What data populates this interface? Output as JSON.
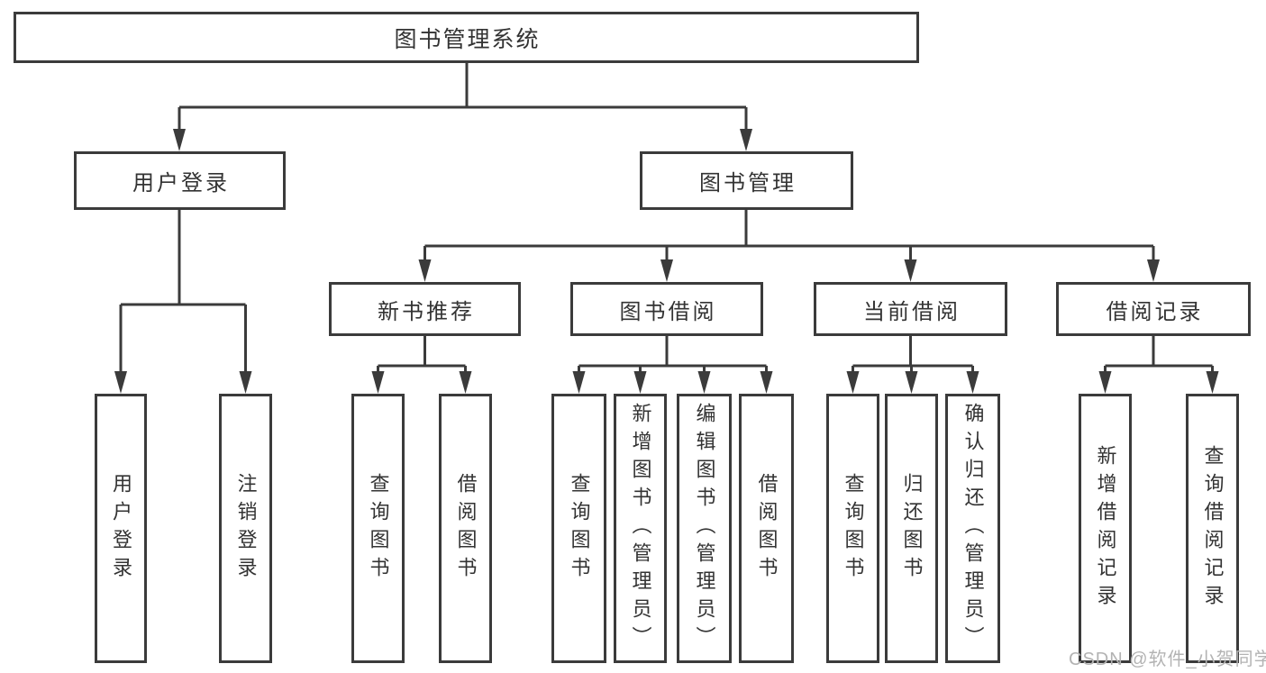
{
  "title": "图书管理系统",
  "level2": [
    "用户登录",
    "图书管理"
  ],
  "level3": [
    "新书推荐",
    "图书借阅",
    "当前借阅",
    "借阅记录"
  ],
  "leaves": {
    "user_login": [
      "用户登录",
      "注销登录"
    ],
    "new_books": [
      "查询图书",
      "借阅图书"
    ],
    "book_borrow": [
      "查询图书",
      "新增图书（管理员）",
      "编辑图书（管理员）",
      "借阅图书"
    ],
    "current_borrow": [
      "查询图书",
      "归还图书",
      "确认归还（管理员）"
    ],
    "borrow_records": [
      "新增借阅记录",
      "查询借阅记录"
    ]
  },
  "watermark": "CSDN @软件_小贺同学",
  "colors": {
    "line": "#3b3b3b",
    "text": "#333333",
    "watermark": "#b3b3b3",
    "background": "#ffffff"
  }
}
